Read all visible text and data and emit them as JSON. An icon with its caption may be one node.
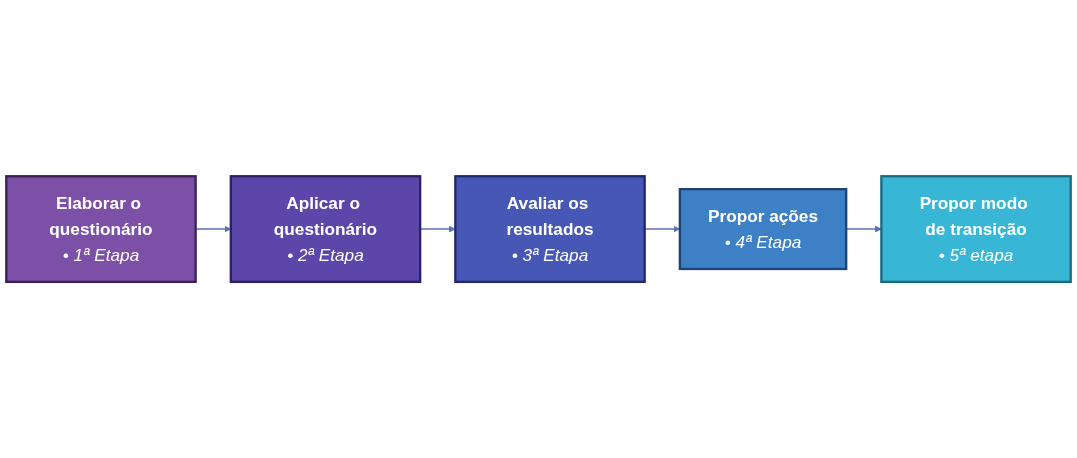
{
  "diagram": {
    "nodes": [
      {
        "text": [
          "Elaborar o questionário",
          "• 1ª Etapa"
        ]
      },
      {
        "text": [
          "Aplicar o questionário",
          "• 2ª Etapa"
        ]
      },
      {
        "text": [
          "Avaliar os resultados",
          "• 3ª Etapa"
        ]
      },
      {
        "text": [
          "Propor ações",
          "• 4ª Etapa"
        ]
      },
      {
        "text": [
          "Propor modo de transição",
          "• 5ª etapa"
        ]
      }
    ],
    "edges": [
      {
        "from": 0,
        "to": 1,
        "arrow": "to"
      },
      {
        "from": 1,
        "to": 2,
        "arrow": "to"
      },
      {
        "from": 2,
        "to": 3,
        "arrow": "to"
      },
      {
        "from": 3,
        "to": 4,
        "arrow": "to"
      }
    ]
  }
}
